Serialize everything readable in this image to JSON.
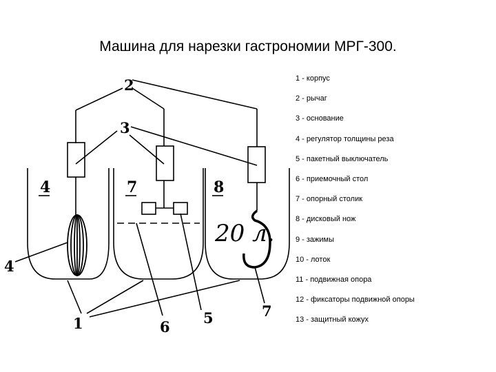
{
  "title": "Машина для нарезки гастрономии МРГ-300.",
  "legend": [
    "1 - корпус",
    "2 -  рычаг",
    "3 - основание",
    "4 - регулятор толщины реза",
    "5 - пакетный выключатель",
    "6 - приемочный стол",
    "7 - опорный столик",
    "8 - дисковый нож",
    "9 - зажимы",
    "10 - лоток",
    "11 - подвижная опора",
    "12 - фиксаторы подвижной опоры",
    "13 - защитный кожух"
  ],
  "labels": {
    "n2": "2",
    "n3": "3",
    "n4_left": "4",
    "n7_tank": "7",
    "n8_tank": "8",
    "n4_bottom": "4",
    "n1": "1",
    "n6": "6",
    "n5": "5",
    "n7_bottom": "7",
    "volume": "20 л."
  }
}
